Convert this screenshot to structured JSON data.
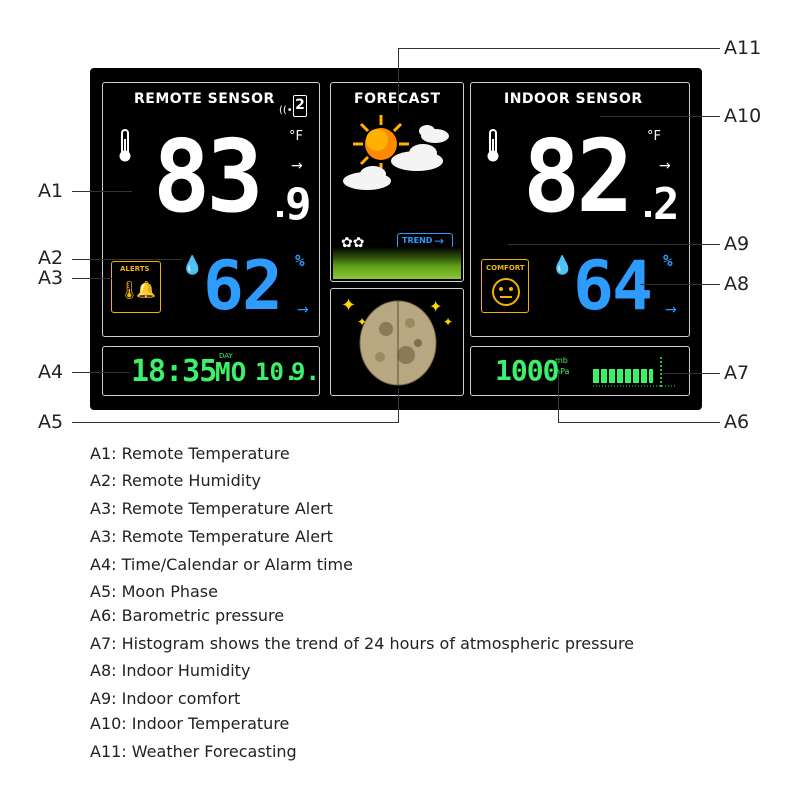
{
  "screen": {
    "remote": {
      "title": "REMOTE SENSOR",
      "channel": "2",
      "unit": "°F",
      "temp_main": "83",
      "temp_decimal": "9",
      "humidity": "62",
      "humidity_unit": "%",
      "alerts_label": "ALERTS"
    },
    "forecast": {
      "title": "FORECAST",
      "trend_label": "TREND"
    },
    "indoor": {
      "title": "INDOOR SENSOR",
      "unit": "°F",
      "temp_main": "82",
      "temp_decimal": "2",
      "humidity": "64",
      "humidity_unit": "%",
      "comfort_label": "COMFORT"
    },
    "clock": {
      "time": "18:35",
      "day_label": "DAY",
      "day": "MO",
      "month": "10.",
      "date": "9."
    },
    "pressure": {
      "value": "1000",
      "unit_mb": "mb",
      "unit_hpa": "hPa"
    }
  },
  "callouts": {
    "a1": "A1",
    "a2": "A2",
    "a3": "A3",
    "a4": "A4",
    "a5": "A5",
    "a6": "A6",
    "a7": "A7",
    "a8": "A8",
    "a9": "A9",
    "a10": "A10",
    "a11": "A11"
  },
  "legend": [
    "A1: Remote Temperature",
    "A2: Remote Humidity",
    "A3: Remote Temperature Alert",
    "A3: Remote Temperature Alert",
    "A4: Time/Calendar or Alarm time",
    "A5: Moon Phase",
    "A6: Barometric pressure",
    "A7: Histogram shows the trend of 24 hours of atmospheric pressure",
    "A8: Indoor Humidity",
    "A9: Indoor comfort",
    "A10: Indoor Temperature",
    "A11: Weather Forecasting"
  ]
}
